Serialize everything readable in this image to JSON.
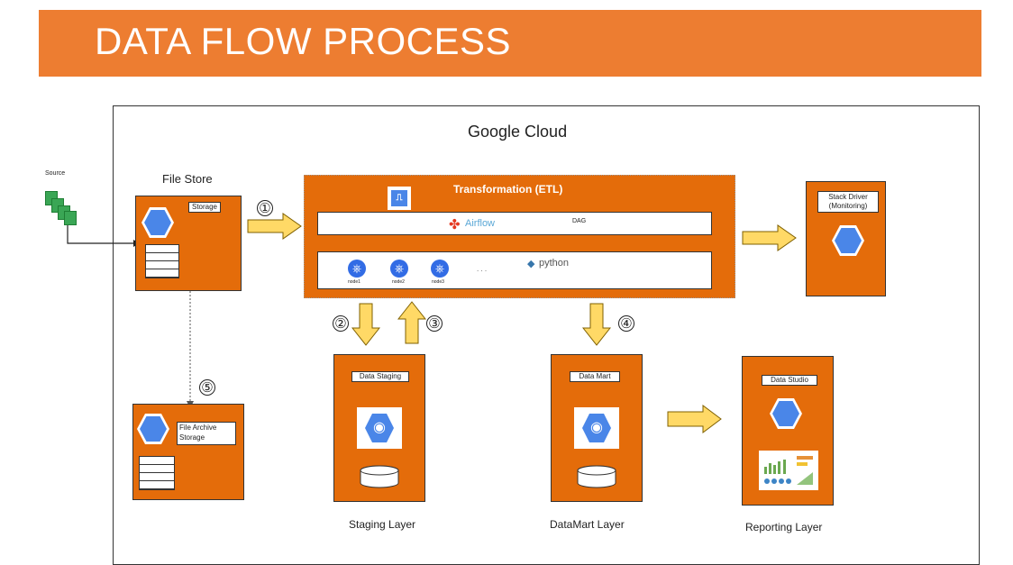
{
  "title": "DATA FLOW PROCESS",
  "cloud_label": "Google Cloud",
  "source_label": "Source",
  "file_store": {
    "heading": "File Store",
    "tag": "Storage"
  },
  "etl": {
    "title": "Transformation (ETL)",
    "airflow": "Airflow",
    "dag": "DAG",
    "python": "python",
    "nodes": [
      "node1",
      "node2",
      "node3"
    ],
    "ellipsis": ". . ."
  },
  "stack_driver": {
    "label": "Stack Driver (Monitoring)"
  },
  "staging": {
    "tag": "Data Staging",
    "caption": "Staging Layer"
  },
  "datamart": {
    "tag": "Data Mart",
    "caption": "DataMart Layer"
  },
  "reporting": {
    "tag": "Data Studio",
    "caption": "Reporting Layer"
  },
  "archive": {
    "label": "File Archive Storage"
  },
  "steps": [
    "①",
    "②",
    "③",
    "④",
    "⑤"
  ],
  "colors": {
    "banner": "#ed7d31",
    "box": "#e46c0a",
    "arrow": "#ffd966",
    "icon": "#4a86e8"
  }
}
